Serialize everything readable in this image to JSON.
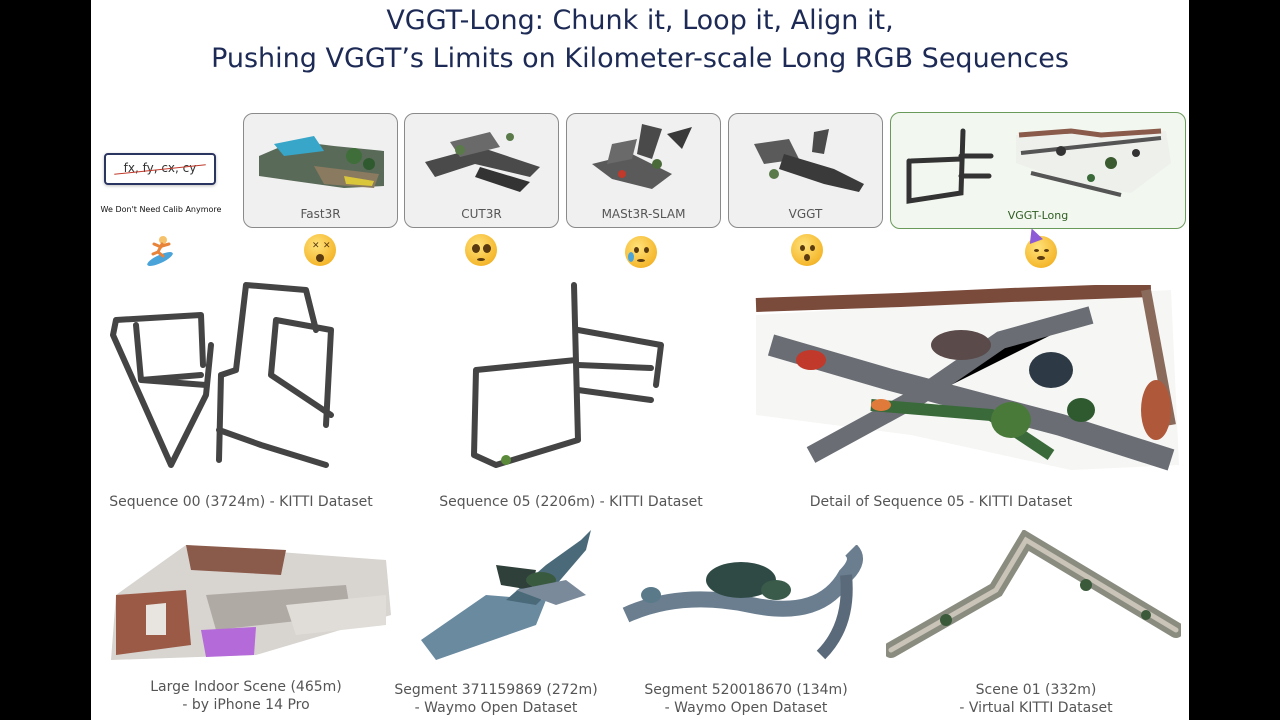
{
  "title": {
    "line1": "VGGT-Long: Chunk it, Loop it, Align it,",
    "line2": "Pushing VGGT’s Limits on Kilometer-scale Long RGB Sequences"
  },
  "calibration": {
    "params": "fx, fy, cx, cy",
    "caption": "We Don't Need Calib Anymore"
  },
  "methods": [
    {
      "label": "Fast3R"
    },
    {
      "label": "CUT3R"
    },
    {
      "label": "MASt3R-SLAM"
    },
    {
      "label": "VGGT"
    },
    {
      "label": "VGGT-Long"
    }
  ],
  "captions": {
    "seq00": "Sequence 00 (3724m) - KITTI Dataset",
    "seq05": "Sequence 05 (2206m) - KITTI Dataset",
    "detail05": "Detail of Sequence 05 - KITTI Dataset",
    "indoor_l1": "Large Indoor Scene (465m)",
    "indoor_l2": "- by iPhone 14 Pro",
    "waymo1_l1": "Segment 371159869 (272m)",
    "waymo1_l2": "- Waymo Open Dataset",
    "waymo2_l1": "Segment 520018670 (134m)",
    "waymo2_l2": "- Waymo Open Dataset",
    "vkitti_l1": "Scene 01 (332m)",
    "vkitti_l2": "- Virtual KITTI Dataset"
  },
  "colors": {
    "title": "#1c2a55",
    "caption": "#555555",
    "best_border": "#6a9a5a"
  }
}
